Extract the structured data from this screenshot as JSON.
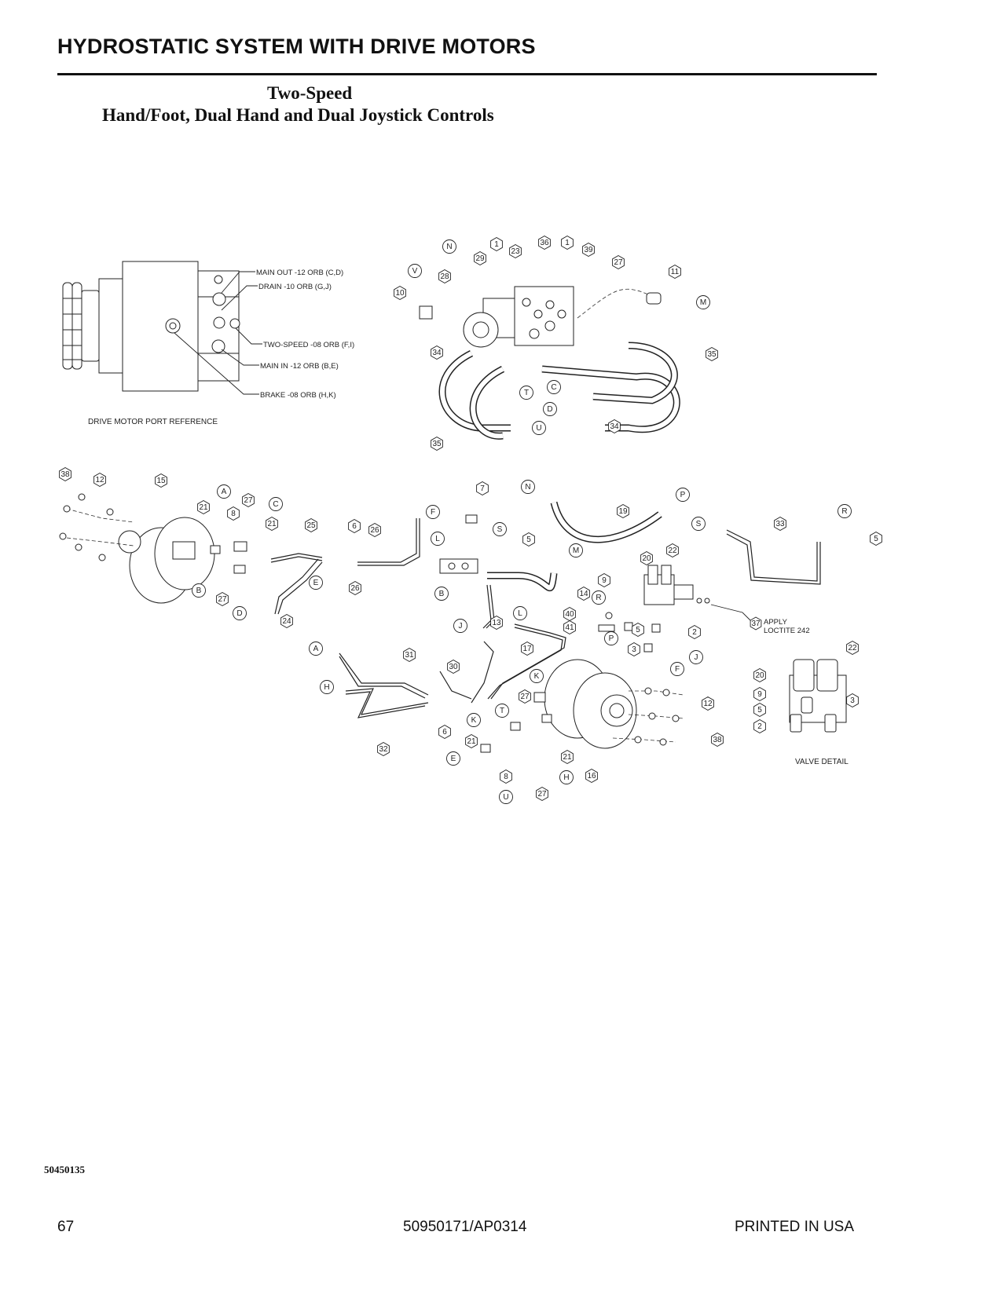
{
  "header": {
    "title": "HYDROSTATIC SYSTEM WITH DRIVE MOTORS",
    "subtitle_line1": "Two-Speed",
    "subtitle_line2": "Hand/Foot, Dual Hand and Dual Joystick Controls"
  },
  "port_reference": {
    "caption": "DRIVE MOTOR PORT REFERENCE",
    "ports": [
      "MAIN OUT -12 ORB (C,D)",
      "DRAIN -10 ORB (G,J)",
      "TWO-SPEED -08 ORB (F,I)",
      "MAIN IN -12 ORB (B,E)",
      "BRAKE -08 ORB (H,K)"
    ]
  },
  "valve_detail": {
    "caption": "VALVE DETAIL",
    "bubbles": [
      "22",
      "20",
      "9",
      "5",
      "2",
      "3"
    ]
  },
  "apply_note": {
    "line1": "APPLY",
    "line2": "LOCTITE 242",
    "ref": "37"
  },
  "pump_bubbles": [
    "N",
    "1",
    "23",
    "36",
    "1",
    "39",
    "V",
    "28",
    "29",
    "27",
    "11",
    "10",
    "M",
    "34",
    "35",
    "C",
    "T",
    "D",
    "35",
    "U",
    "34"
  ],
  "left_motor_bubbles": [
    "38",
    "12",
    "15",
    "A",
    "21",
    "8",
    "27",
    "C",
    "21",
    "25",
    "6",
    "26",
    "F",
    "B",
    "27",
    "D",
    "E",
    "26",
    "24"
  ],
  "center_bubbles": [
    "7",
    "N",
    "P",
    "19",
    "S",
    "33",
    "R",
    "5",
    "L",
    "S",
    "5",
    "M",
    "22",
    "20",
    "9",
    "R",
    "14",
    "B",
    "13",
    "L",
    "40",
    "41",
    "5",
    "2",
    "P",
    "3",
    "J",
    "F",
    "J",
    "17",
    "A",
    "31",
    "30",
    "K",
    "H",
    "27",
    "T",
    "12",
    "K",
    "6",
    "38",
    "21",
    "32",
    "E",
    "21",
    "8",
    "H",
    "16",
    "U",
    "27"
  ],
  "footer": {
    "drawing_number": "50450135",
    "page_number": "67",
    "doc_id": "50950171/AP0314",
    "printed": "PRINTED IN USA"
  }
}
